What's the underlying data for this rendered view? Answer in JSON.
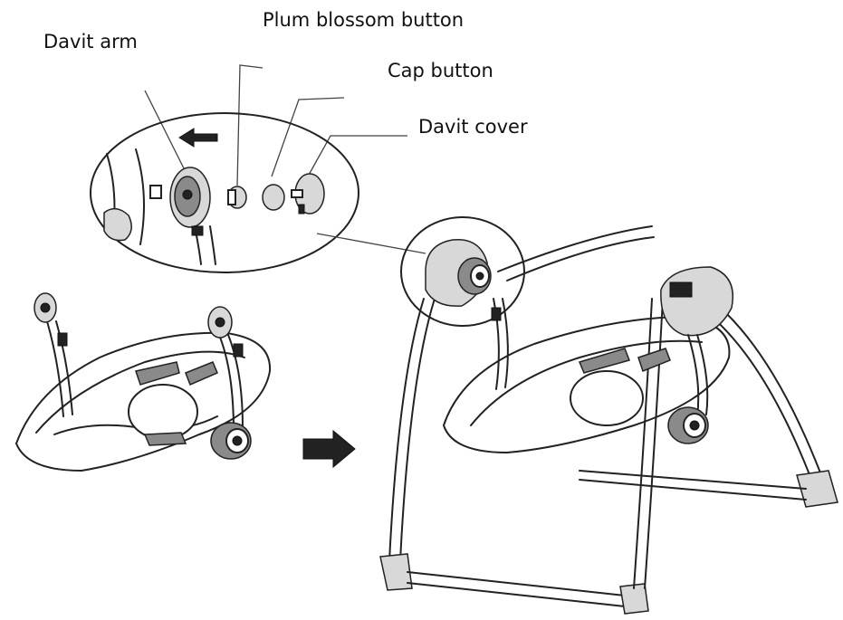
{
  "labels": {
    "davit_arm": "Davit arm",
    "plum_blossom_button": "Plum blossom button",
    "cap_button": "Cap button",
    "davit_cover": "Davit cover"
  }
}
